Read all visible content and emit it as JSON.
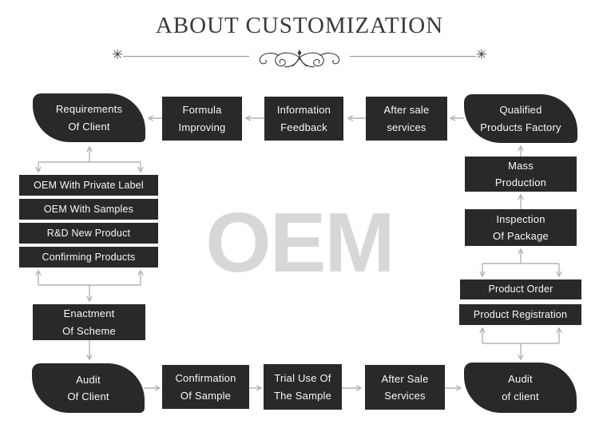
{
  "title": "ABOUT CUSTOMIZATION",
  "divider": {
    "left_star": "✳",
    "right_star": "✳"
  },
  "watermark": "OEM",
  "colors": {
    "box": "#29292b",
    "box_text": "#f7f7f7",
    "arrow": "#b3b3b3",
    "watermark": "#d7d7d7",
    "title": "#3a3a3a"
  },
  "nodes": {
    "requirements_of_client": {
      "line1": "Requirements",
      "line2": "Of Client"
    },
    "formula_improving": {
      "line1": "Formula",
      "line2": "Improving"
    },
    "information_feedback": {
      "line1": "Information",
      "line2": "Feedback"
    },
    "after_sale_services_top": {
      "line1": "After sale",
      "line2": "services"
    },
    "qualified_products_factory": {
      "line1": "Qualified",
      "line2": "Products Factory"
    },
    "oem_options": [
      "OEM With Private Label",
      "OEM With Samples",
      "R&D New Product",
      "Confirming Products"
    ],
    "enactment_of_scheme": {
      "line1": "Enactment",
      "line2": "Of Scheme"
    },
    "audit_of_client_left": {
      "line1": "Audit",
      "line2": "Of Client"
    },
    "confirmation_of_sample": {
      "line1": "Confirmation",
      "line2": "Of Sample"
    },
    "trial_use_of_the_sample": {
      "line1": "Trial Use Of",
      "line2": "The Sample"
    },
    "after_sale_services_bottom": {
      "line1": "After Sale",
      "line2": "Services"
    },
    "audit_of_client_right": {
      "line1": "Audit",
      "line2": "of client"
    },
    "mass_production": {
      "line1": "Mass",
      "line2": "Production"
    },
    "inspection_of_package": {
      "line1": "Inspection",
      "line2": "Of Package"
    },
    "product_order": {
      "line1": "Product Order"
    },
    "product_registration": {
      "line1": "Product Registration"
    }
  }
}
